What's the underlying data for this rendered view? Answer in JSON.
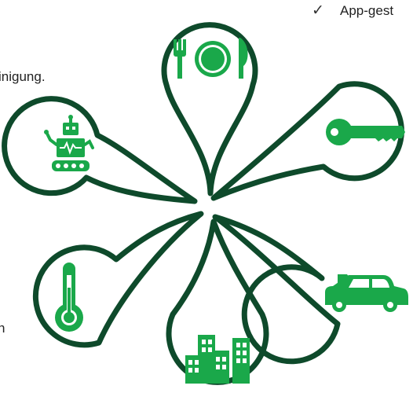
{
  "colors": {
    "outline": "#0e4a2b",
    "icon_green": "#1aa84a",
    "background": "#ffffff",
    "text": "#222222"
  },
  "text": {
    "check_mark": "✓",
    "right_top": "App-gest",
    "left_top": "inigung.",
    "left_bottom": "n"
  },
  "petals": [
    {
      "id": "top",
      "icon": "fork-plate-knife-icon"
    },
    {
      "id": "upper-right",
      "icon": "key-icon"
    },
    {
      "id": "lower-right",
      "icon": "car-icon"
    },
    {
      "id": "bottom",
      "icon": "city-buildings-icon"
    },
    {
      "id": "lower-left",
      "icon": "thermometer-icon"
    },
    {
      "id": "upper-left",
      "icon": "robot-icon"
    }
  ]
}
